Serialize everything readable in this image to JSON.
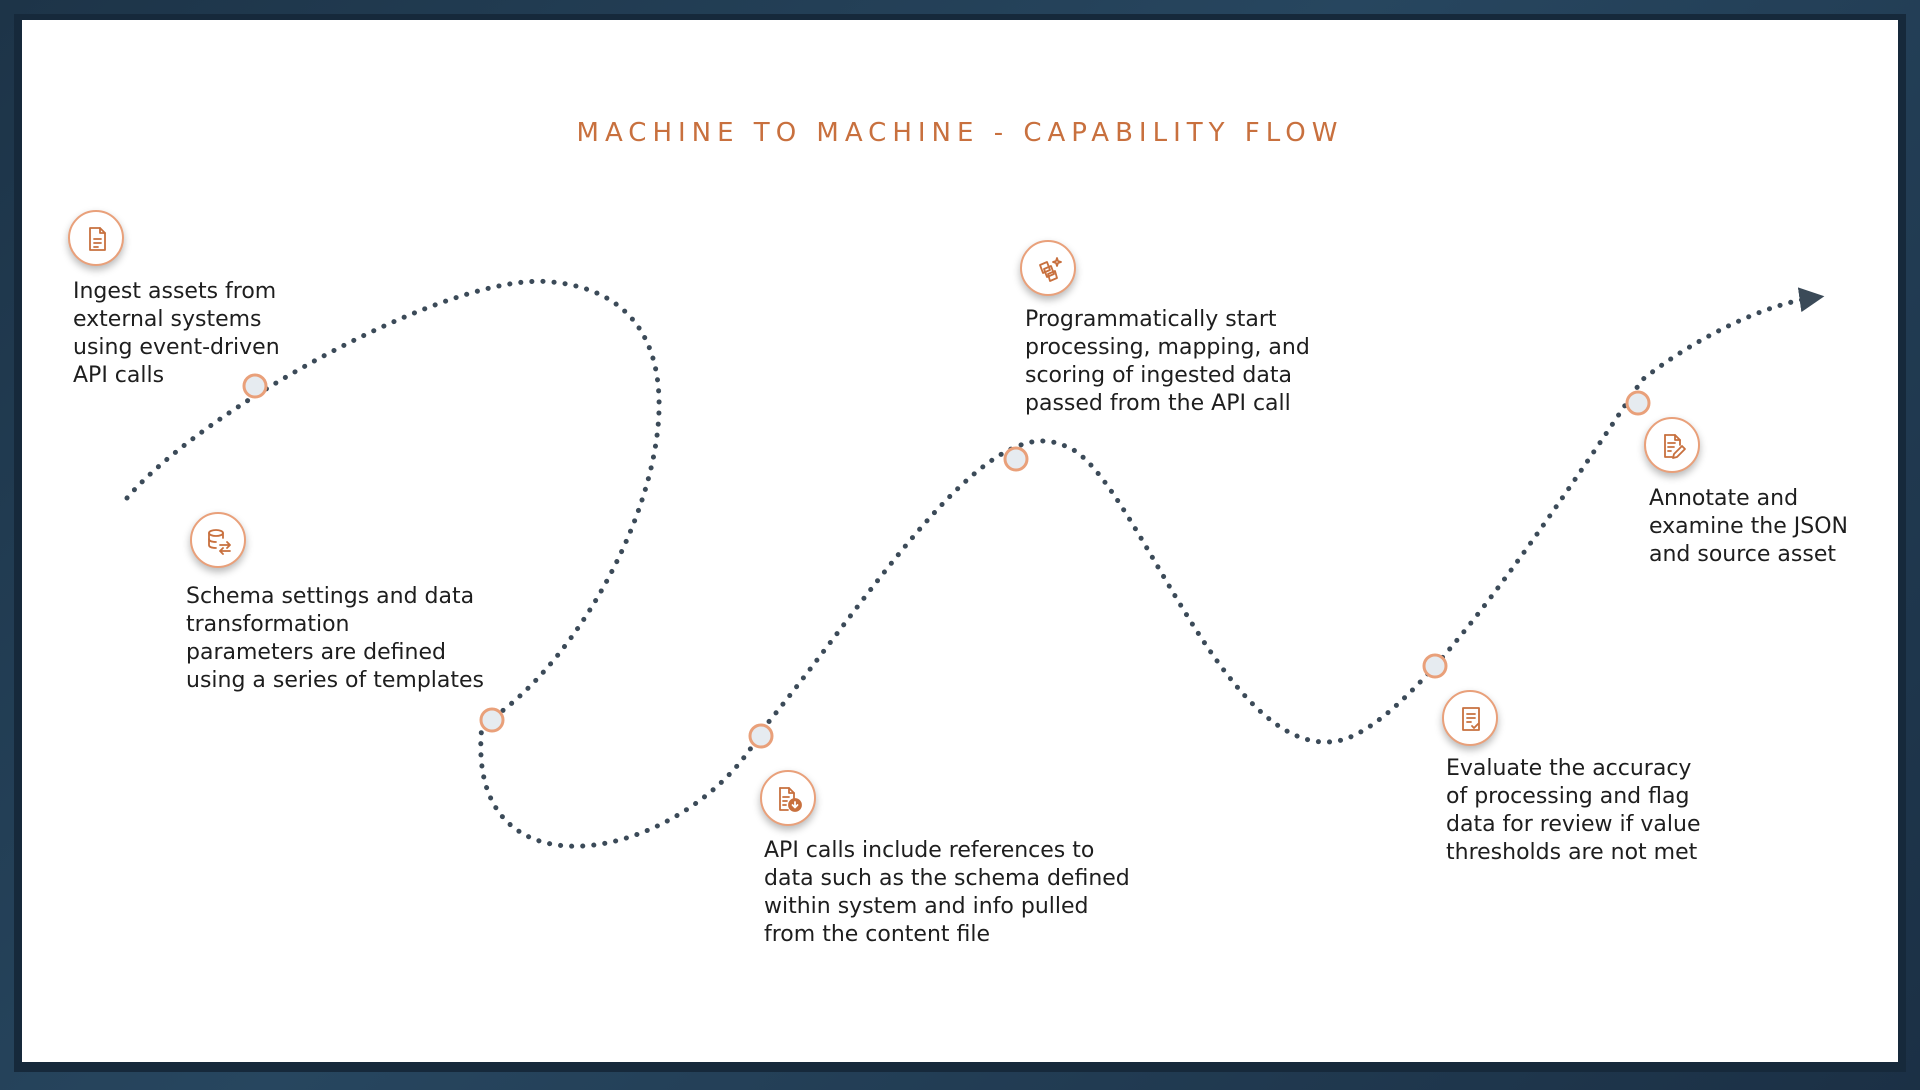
{
  "title": "MACHINE TO MACHINE - CAPABILITY FLOW",
  "colors": {
    "accent": "#c8703e",
    "node_fill": "#e6ebf0",
    "node_ring": "#e9a07a",
    "curve": "#3b4a58",
    "text": "#1e1e1e"
  },
  "steps": [
    {
      "icon": "document-icon",
      "text": "Ingest assets from\nexternal systems\nusing event-driven\nAPI calls"
    },
    {
      "icon": "database-sync-icon",
      "text": "Schema settings and data\ntransformation\nparameters are defined\nusing a series of templates"
    },
    {
      "icon": "document-download-icon",
      "text": "API calls include references to\ndata such as the schema defined\nwithin system and info pulled\nfrom the content file"
    },
    {
      "icon": "multi-document-sparkle-icon",
      "text": "Programmatically start\nprocessing, mapping, and\nscoring of ingested data\npassed from the API call"
    },
    {
      "icon": "checklist-icon",
      "text": "Evaluate the accuracy\nof processing and flag\ndata for review if value\nthresholds are not met"
    },
    {
      "icon": "document-edit-icon",
      "text": "Annotate and\nexamine the JSON\nand source asset"
    }
  ]
}
